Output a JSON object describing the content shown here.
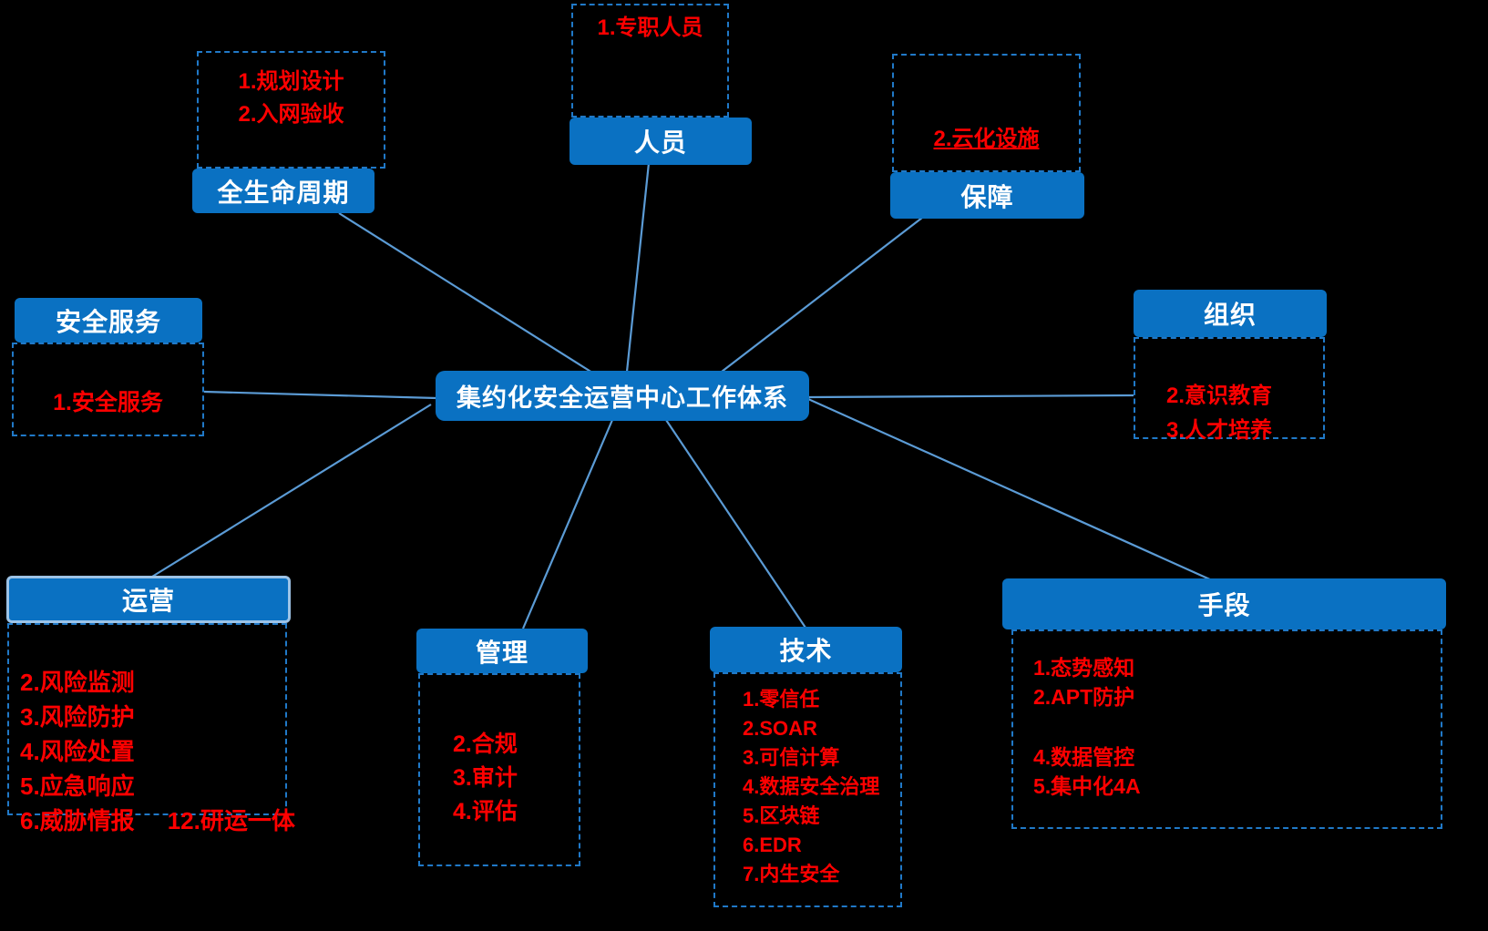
{
  "title": "集约化安全运营中心工作体系",
  "nodes": {
    "lifecycle": {
      "label": "全生命周期",
      "items": [
        "1.规划设计",
        "2.入网验收"
      ]
    },
    "personnel": {
      "label": "人员",
      "items": [
        "1.专职人员"
      ]
    },
    "guarantee": {
      "label": "保障",
      "items": [
        "2.云化设施"
      ]
    },
    "security_service": {
      "label": "安全服务",
      "items": [
        "1.安全服务"
      ]
    },
    "organization": {
      "label": "组织",
      "items": [
        "2.意识教育",
        "3.人才培养"
      ]
    },
    "operations": {
      "label": "运营",
      "items": [
        "2.风险监测",
        "3.风险防护",
        "4.风险处置",
        "5.应急响应",
        "6.威胁情报",
        "12.研运一体"
      ]
    },
    "management": {
      "label": "管理",
      "items": [
        "2.合规",
        "3.审计",
        "4.评估"
      ]
    },
    "technology": {
      "label": "技术",
      "items": [
        "1.零信任",
        "2.SOAR",
        "3.可信计算",
        "4.数据安全治理",
        "5.区块链",
        "6.EDR",
        "7.内生安全"
      ]
    },
    "means": {
      "label": "手段",
      "items": [
        "1.态势感知",
        "2.APT防护",
        "4.数据管控",
        "5.集中化4A"
      ]
    }
  },
  "colors": {
    "background": "#000000",
    "header_blue": "#0a71c2",
    "item_red": "#ff0000",
    "line_blue": "#5b9bd5",
    "dashed_border": "#2079c8",
    "operations_header_border": "#9dc3e6"
  }
}
